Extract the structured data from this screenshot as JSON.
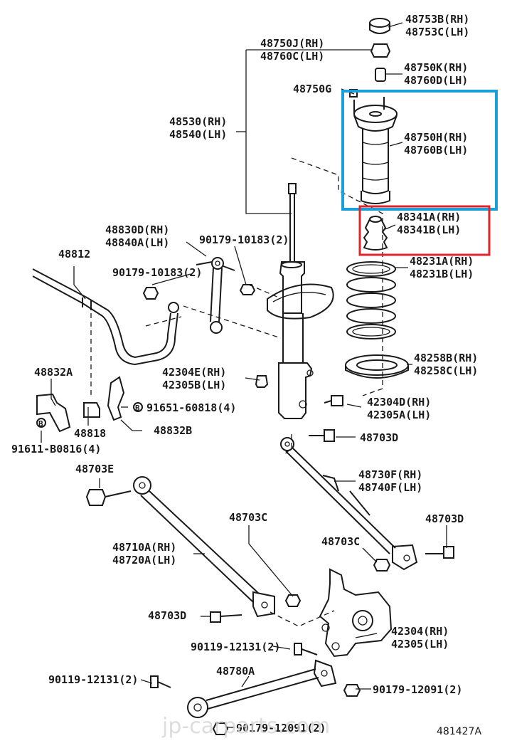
{
  "diagram_id": "481427A",
  "watermark": "jp-carparts.com",
  "highlights": {
    "blue": "#1b9fd8",
    "red": "#e0242c"
  },
  "labels": {
    "l_48753": [
      "48753B(RH)",
      "48753C(LH)"
    ],
    "l_48750J": [
      "48750J(RH)",
      "48760C(LH)"
    ],
    "l_48750K": [
      "48750K(RH)",
      "48760D(LH)"
    ],
    "l_48750G": [
      "48750G"
    ],
    "l_48530": [
      "48530(RH)",
      "48540(LH)"
    ],
    "l_48750H": [
      "48750H(RH)",
      "48760B(LH)"
    ],
    "l_48341": [
      "48341A(RH)",
      "48341B(LH)"
    ],
    "l_48830": [
      "48830D(RH)",
      "48840A(LH)"
    ],
    "l_90179a": [
      "90179-10183(2)"
    ],
    "l_48812": [
      "48812"
    ],
    "l_90179b": [
      "90179-10183(2)"
    ],
    "l_48231": [
      "48231A(RH)",
      "48231B(LH)"
    ],
    "l_48258": [
      "48258B(RH)",
      "48258C(LH)"
    ],
    "l_48832A": [
      "48832A"
    ],
    "l_42304E": [
      "42304E(RH)",
      "42305B(LH)"
    ],
    "l_42304D": [
      "42304D(RH)",
      "42305A(LH)"
    ],
    "l_91651": [
      "91651-60818(4)"
    ],
    "l_48818": [
      "48818"
    ],
    "l_48832B": [
      "48832B"
    ],
    "l_91611": [
      "91611-B0816(4)"
    ],
    "l_48703D_a": [
      "48703D"
    ],
    "l_48703E": [
      "48703E"
    ],
    "l_48730": [
      "48730F(RH)",
      "48740F(LH)"
    ],
    "l_48703C_a": [
      "48703C"
    ],
    "l_48703D_b": [
      "48703D"
    ],
    "l_48703C_b": [
      "48703C"
    ],
    "l_48710": [
      "48710A(RH)",
      "48720A(LH)"
    ],
    "l_48703D_c": [
      "48703D"
    ],
    "l_42304": [
      "42304(RH)",
      "42305(LH)"
    ],
    "l_90119a": [
      "90119-12131(2)"
    ],
    "l_48780": [
      "48780A"
    ],
    "l_90119b": [
      "90119-12131(2)"
    ],
    "l_90179c": [
      "90179-12091(2)"
    ],
    "l_90179d": [
      "90179-12091(2)"
    ]
  }
}
